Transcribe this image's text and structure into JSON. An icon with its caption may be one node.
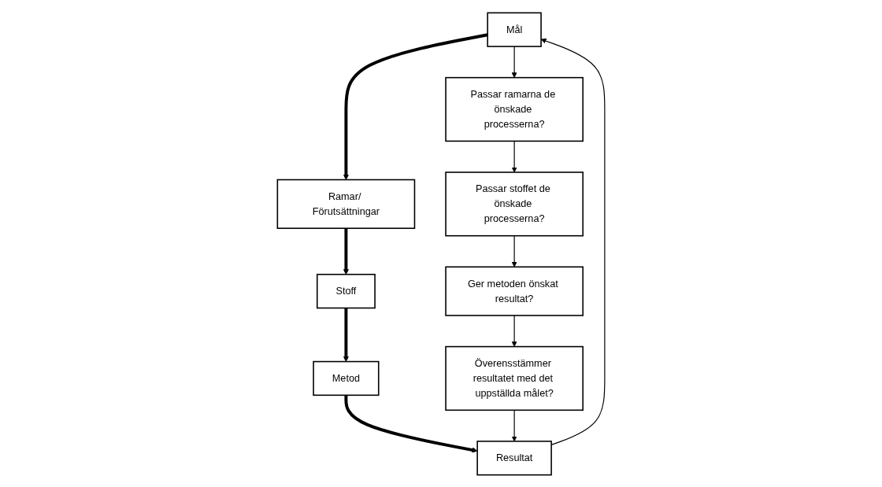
{
  "diagram": {
    "nodes": [
      {
        "text": [
          "Mål"
        ]
      },
      {
        "text": [
          "Ramar/ Förutsättningar"
        ]
      },
      {
        "text": [
          "Stoff"
        ]
      },
      {
        "text": [
          "Metod"
        ]
      },
      {
        "text": [
          "Resultat"
        ]
      },
      {
        "text": [
          "Passar ramarna de önskade processerna?"
        ]
      },
      {
        "text": [
          "Passar stoffet de önskade processerna?"
        ]
      },
      {
        "text": [
          "Ger metoden önskat resultat?"
        ]
      },
      {
        "text": [
          "Överensstämmer resultatet med det uppställda målet?"
        ]
      }
    ],
    "edges": [
      {
        "from": 0,
        "to": 1,
        "arrow": "to",
        "style": "thick"
      },
      {
        "from": 1,
        "to": 2,
        "arrow": "to",
        "style": "thick"
      },
      {
        "from": 2,
        "to": 3,
        "arrow": "to",
        "style": "thick"
      },
      {
        "from": 3,
        "to": 4,
        "arrow": "to",
        "style": "thick"
      },
      {
        "from": 4,
        "to": 0,
        "arrow": "to"
      },
      {
        "from": 0,
        "to": 5,
        "arrow": "to"
      },
      {
        "from": 5,
        "to": 6,
        "arrow": "to"
      },
      {
        "from": 6,
        "to": 7,
        "arrow": "to"
      },
      {
        "from": 7,
        "to": 8,
        "arrow": "to"
      },
      {
        "from": 8,
        "to": 4,
        "arrow": "to"
      }
    ]
  }
}
